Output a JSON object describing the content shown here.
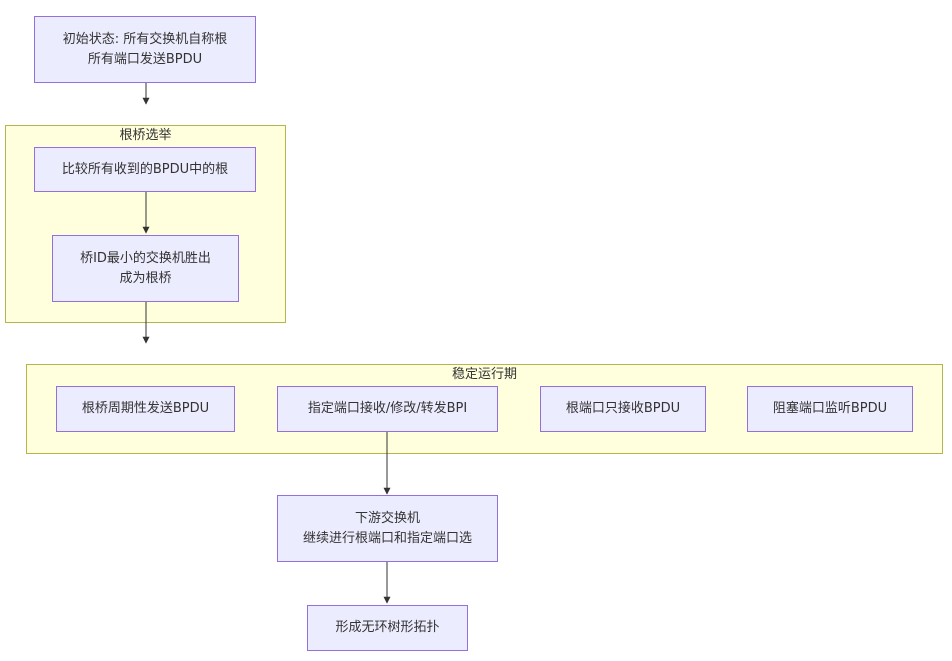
{
  "nodes": {
    "initial": {
      "lines": [
        "初始状态: 所有交换机自称根",
        "所有端口发送BPDU"
      ]
    },
    "compare": {
      "lines": [
        "比较所有收到的BPDU中的根"
      ]
    },
    "elect": {
      "lines": [
        "桥ID最小的交换机胜出",
        "成为根桥"
      ]
    },
    "root_send": {
      "lines": [
        "根桥周期性发送BPDU"
      ]
    },
    "designated": {
      "lines": [
        "指定端口接收/修改/转发BPI"
      ]
    },
    "root_port": {
      "lines": [
        "根端口只接收BPDU"
      ]
    },
    "blocked": {
      "lines": [
        "阻塞端口监听BPDU"
      ]
    },
    "downstream": {
      "lines": [
        "下游交换机",
        "继续进行根端口和指定端口选"
      ]
    },
    "result": {
      "lines": [
        "形成无环树形拓扑"
      ]
    }
  },
  "clusters": {
    "election": {
      "title": "根桥选举"
    },
    "stable": {
      "title": "稳定运行期"
    }
  },
  "colors": {
    "node_fill": "#ececff",
    "node_border": "#9370db",
    "cluster_fill": "#ffffde",
    "cluster_border": "#b5b54e",
    "edge": "#333333"
  }
}
